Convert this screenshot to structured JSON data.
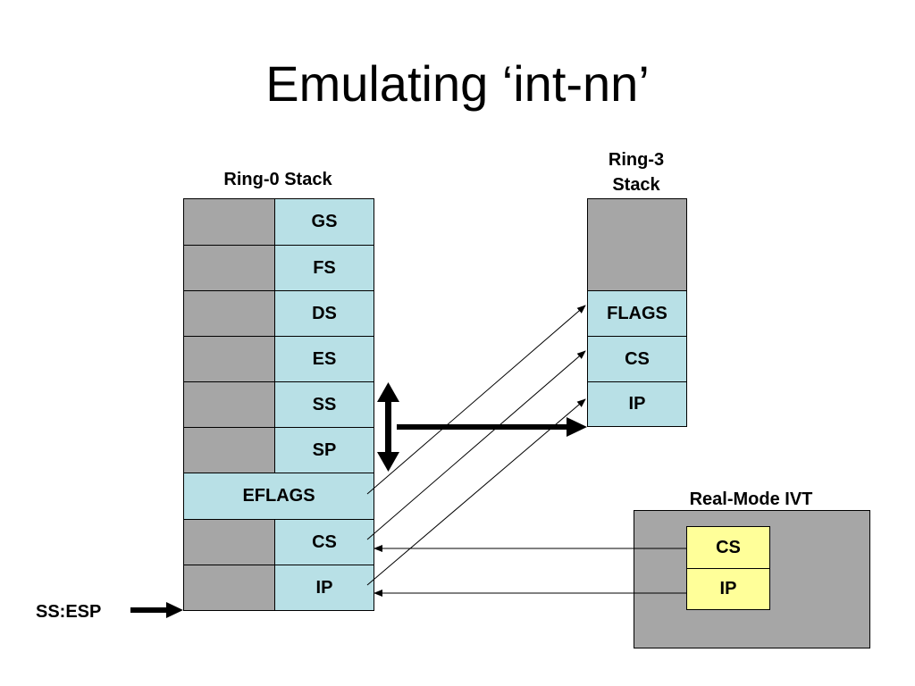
{
  "title": "Emulating ‘int-nn’",
  "ring0": {
    "heading": "Ring-0 Stack",
    "rows": [
      "GS",
      "FS",
      "DS",
      "ES",
      "SS",
      "SP",
      "EFLAGS",
      "CS",
      "IP"
    ]
  },
  "ring3": {
    "heading_line1": "Ring-3",
    "heading_line2": "Stack",
    "rows": [
      "FLAGS",
      "CS",
      "IP"
    ]
  },
  "ivt": {
    "heading": "Real-Mode IVT",
    "rows": [
      "CS",
      "IP"
    ]
  },
  "pointer_label": "SS:ESP",
  "colors": {
    "gray": "#a6a6a6",
    "cyan": "#b8e0e6",
    "yellow": "#ffff99"
  }
}
